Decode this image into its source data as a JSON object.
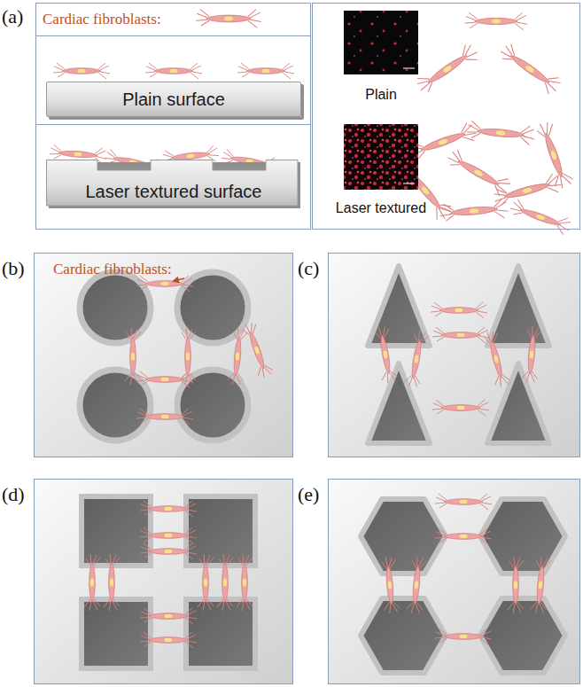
{
  "diagram": {
    "nodes": [
      {
        "text": [
          "Cardiac fibroblasts:"
        ]
      },
      {
        "text": [
          "Plain surface"
        ]
      },
      {
        "text": [
          "Laser textured surface"
        ]
      }
    ],
    "labels": [
      "(a)",
      "Plain",
      "Laser textured",
      "(b)",
      "Cardiac fibroblasts:",
      "(c)",
      "(d)",
      "(e)"
    ]
  }
}
